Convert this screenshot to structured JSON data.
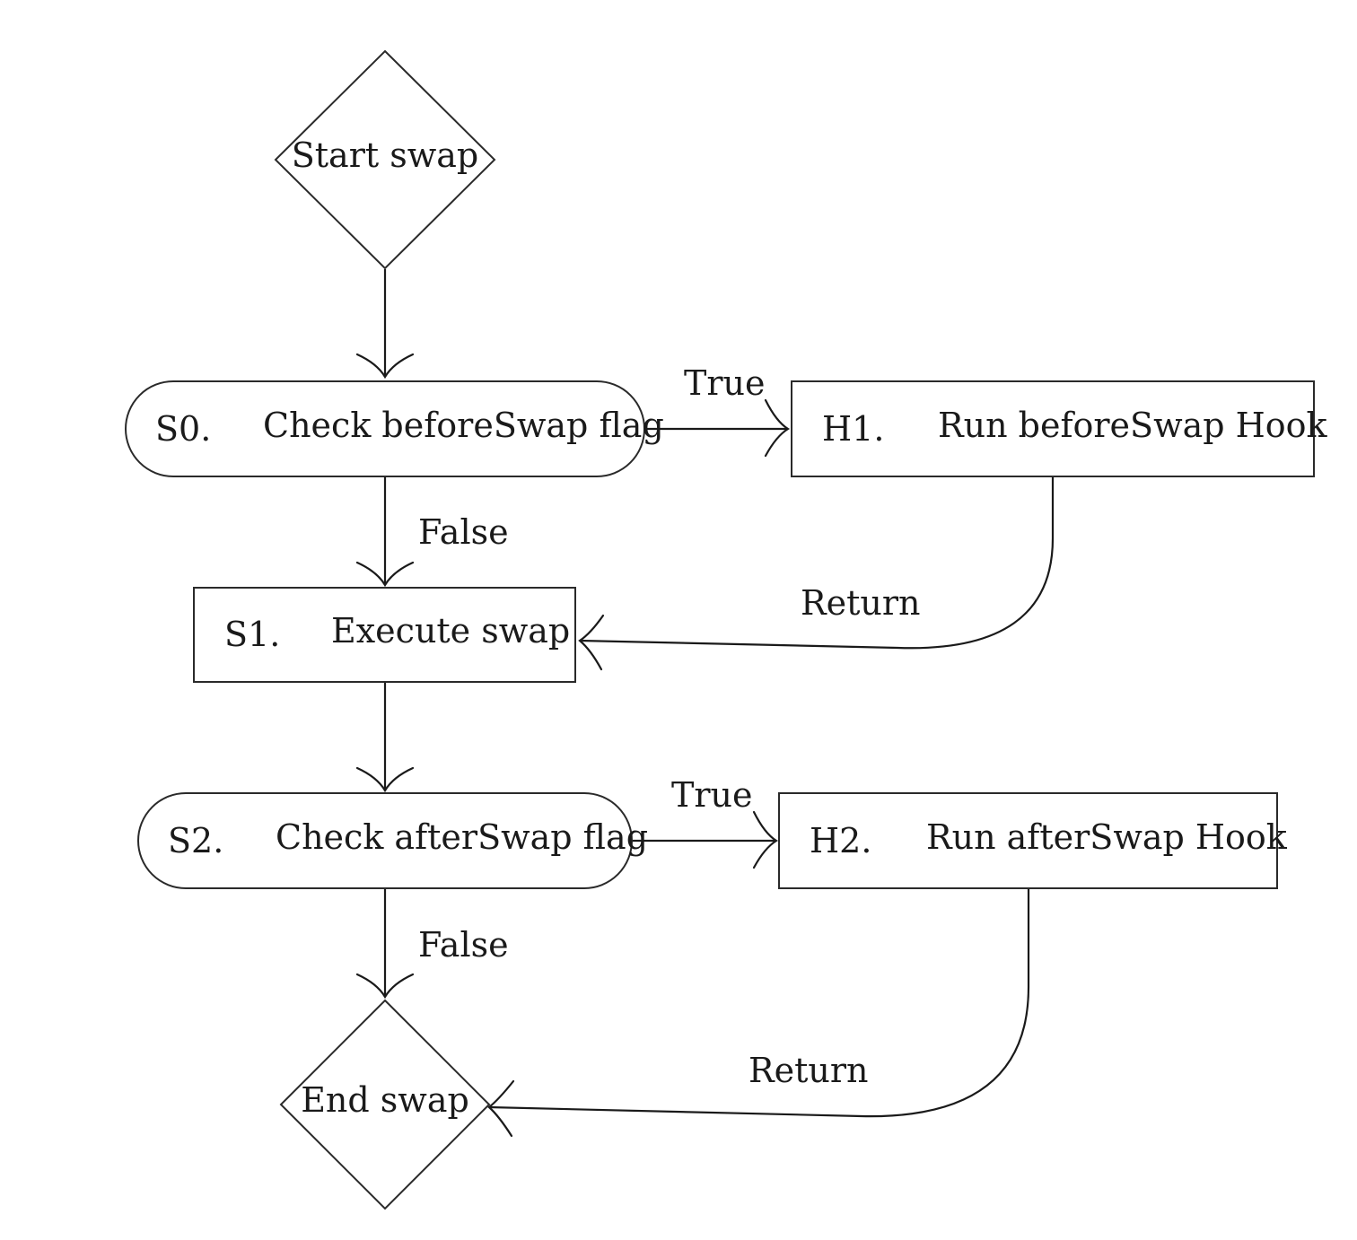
{
  "nodes": {
    "start": {
      "label": "Start swap"
    },
    "s0": {
      "id": "S0.",
      "label": "Check beforeSwap flag"
    },
    "h1": {
      "id": "H1.",
      "label": "Run beforeSwap Hook"
    },
    "s1": {
      "id": "S1.",
      "label": "Execute swap"
    },
    "s2": {
      "id": "S2.",
      "label": "Check afterSwap flag"
    },
    "h2": {
      "id": "H2.",
      "label": "Run afterSwap Hook"
    },
    "end": {
      "label": "End swap"
    }
  },
  "edges": {
    "s0_true": "True",
    "s0_false": "False",
    "h1_return": "Return",
    "s2_true": "True",
    "s2_false": "False",
    "h2_return": "Return"
  }
}
